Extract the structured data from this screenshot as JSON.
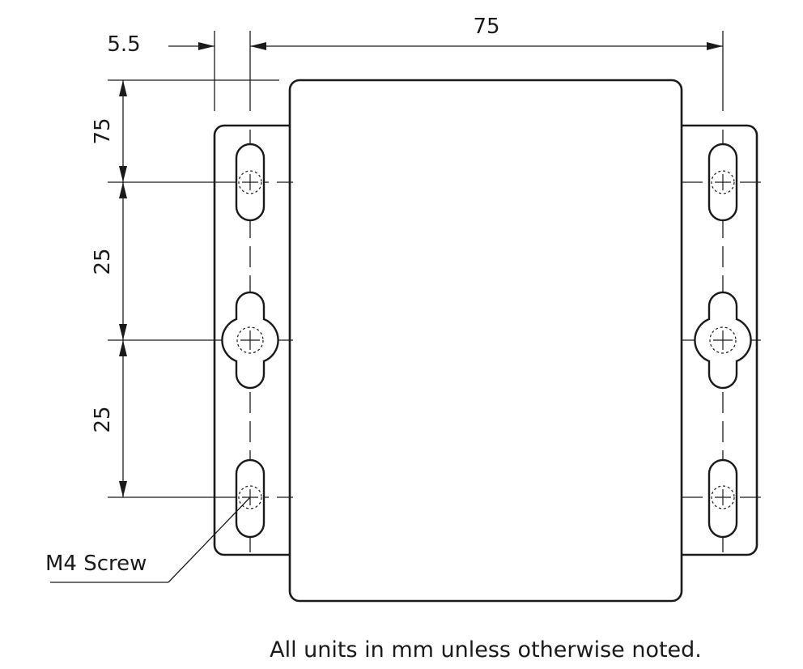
{
  "dimensions": {
    "left_offset": "5.5",
    "top_width": "75",
    "top_vertical": "75",
    "middle_vertical": "25",
    "bottom_vertical": "25"
  },
  "callout": {
    "screw_label": "M4 Screw"
  },
  "note": "All units in mm unless otherwise noted."
}
